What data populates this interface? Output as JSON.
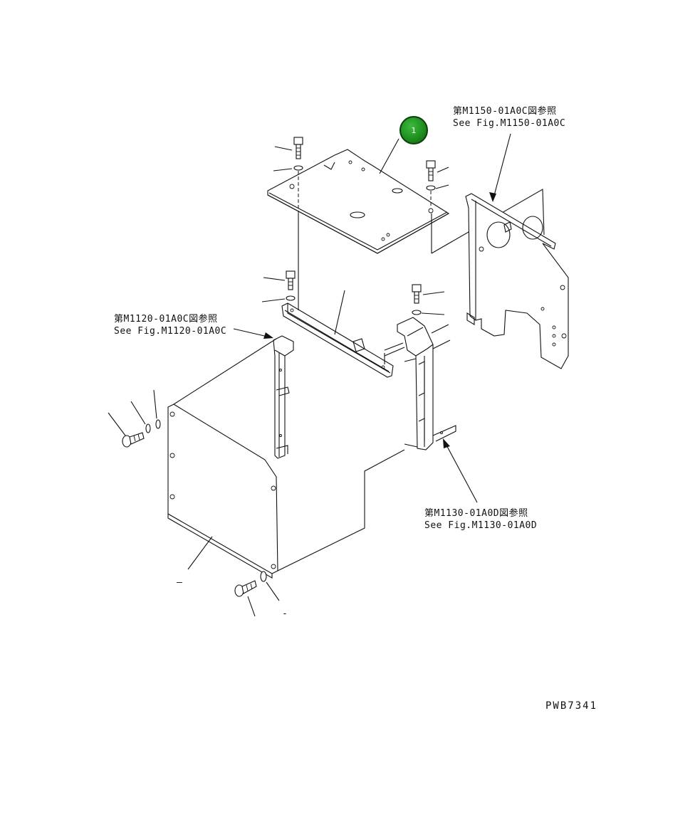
{
  "callouts": [
    {
      "id": "1",
      "label": "1",
      "color": "#2a9a2a"
    }
  ],
  "references": {
    "m1150": {
      "jp": "第M1150-01A0C図参照",
      "en": "See Fig.M1150-01A0C"
    },
    "m1120": {
      "jp": "第M1120-01A0C図参照",
      "en": "See Fig.M1120-01A0C"
    },
    "m1130": {
      "jp": "第M1130-01A0D図参照",
      "en": "See Fig.M1130-01A0D"
    }
  },
  "drawing_code": "PWB7341",
  "leader_marks": {
    "bottom_left": "–",
    "bottom_center": "-"
  }
}
